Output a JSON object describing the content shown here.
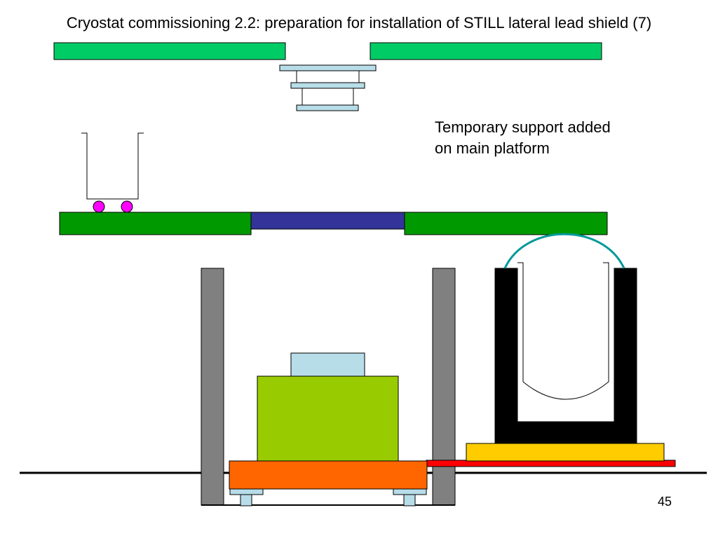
{
  "slide": {
    "title": "Cryostat commissioning 2.2: preparation for installation of STILL lateral lead shield (7)",
    "annotation": "Temporary support added\non main platform",
    "page_number": "45"
  },
  "colors": {
    "upper_platform": "#00cc66",
    "main_platform": "#009900",
    "platform_gap": "#333399",
    "support_plate": "#b7dde8",
    "wheel": "#ff00ff",
    "pillar": "#808080",
    "lead_block": "#99cc00",
    "base_plate": "#ff6600",
    "red_rail": "#ff0000",
    "yellow_plate": "#ffcc00",
    "shield_black": "#000000",
    "teal_cable": "#009999"
  }
}
